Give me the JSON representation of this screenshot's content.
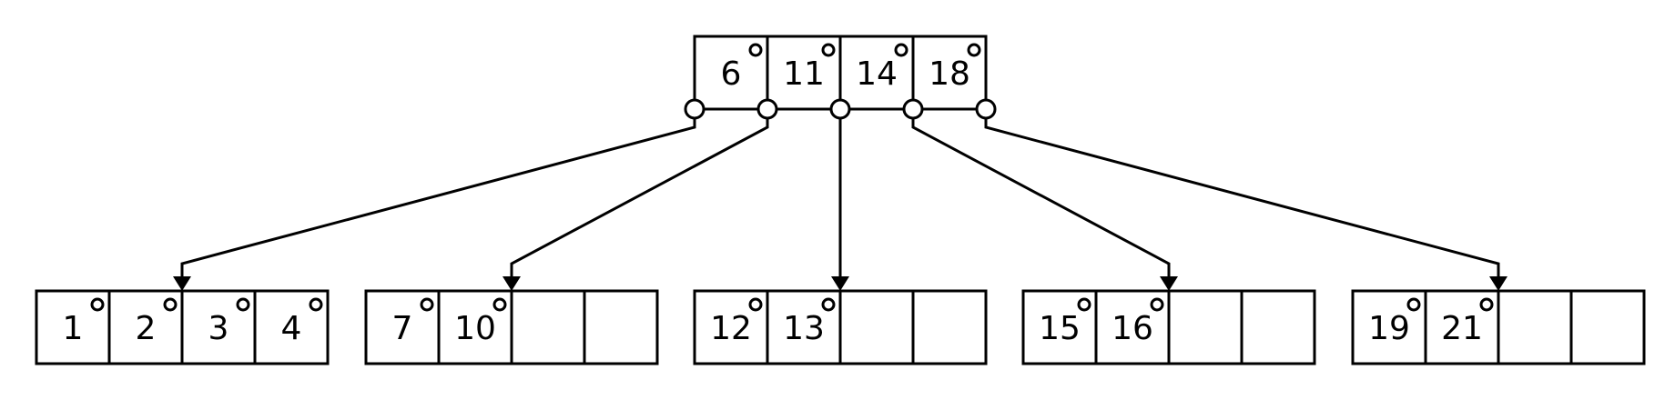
{
  "tree": {
    "root": {
      "keys": [
        "6",
        "11",
        "14",
        "18"
      ]
    },
    "leaves": [
      {
        "keys": [
          "1",
          "2",
          "3",
          "4"
        ]
      },
      {
        "keys": [
          "7",
          "10",
          "",
          ""
        ]
      },
      {
        "keys": [
          "12",
          "13",
          "",
          ""
        ]
      },
      {
        "keys": [
          "15",
          "16",
          "",
          ""
        ]
      },
      {
        "keys": [
          "19",
          "21",
          "",
          ""
        ]
      }
    ]
  }
}
